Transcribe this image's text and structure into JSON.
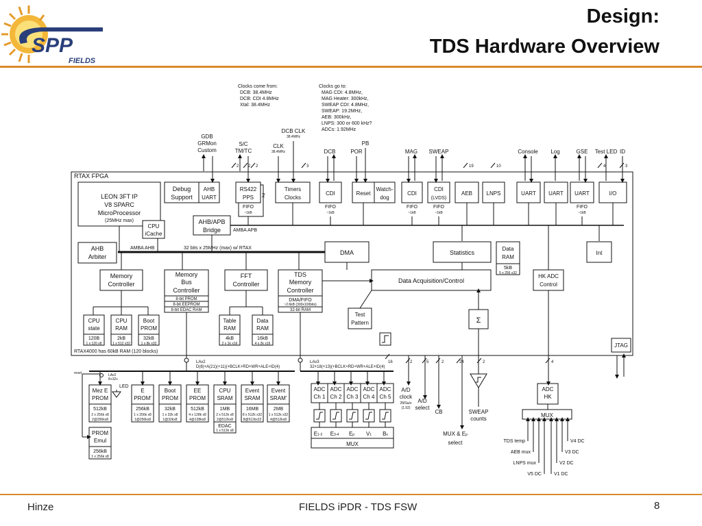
{
  "header": {
    "title_line1": "Design:",
    "title_line2": "TDS Hardware Overview",
    "logo_text_spp": "SPP",
    "logo_text_fields": "FIELDS"
  },
  "footer": {
    "author": "Hinze",
    "center": "FIELDS iPDR - TDS FSW",
    "page": "8"
  },
  "notes": {
    "clocks_from_title": "Clocks come from:",
    "clocks_from_1": "DCB: 38.4MHz",
    "clocks_from_2": "DCB: CDI 4.8MHz",
    "clocks_from_3": "Xtal: 38.4MHz",
    "clocks_to_title": "Clocks go to:",
    "clocks_to_1": "MAG CDI: 4.8MHz,",
    "clocks_to_2": "MAG Heater: 300kHz,",
    "clocks_to_3": "SWEAP CDI: 4.8MHz,",
    "clocks_to_4": "SWEAP: 19.2MHz,",
    "clocks_to_5": "AEB: 300kHz,",
    "clocks_to_6": "LNPS: 300 or 600 kHz?",
    "clocks_to_7": "ADCs: 1.92MHz"
  },
  "signals": {
    "gdb1": "GDB",
    "gdb2": "GRMon",
    "gdb3": "Custom",
    "sc1": "S/C",
    "sc2": "TM/TC",
    "dcbclk": "DCB CLK",
    "dcbclk_f": "38.4MHz",
    "clk": "CLK",
    "clk_f": "38.4MHz",
    "dcb": "DCB",
    "por": "POR",
    "pb": "PB",
    "mag": "MAG",
    "sweap": "SWEAP",
    "console": "Console",
    "log": "Log",
    "gse": "GSE",
    "testled": "Test LED",
    "id": "ID",
    "n2a": "2",
    "n2b": "2",
    "n2c": "2",
    "n3": "3",
    "n19": "19",
    "n10": "10",
    "n4": "4",
    "n3b": "3"
  },
  "fpga": {
    "label": "RTAX FPGA",
    "leon1": "LEON 3FT IP",
    "leon2": "V8 SPARC",
    "leon3": "MicroProcessor",
    "leon4": "(25MHz max)",
    "cpu1": "CPU",
    "cpu2": "iCache",
    "debug1": "Debug",
    "debug2": "Support",
    "ahbuart1": "AHB",
    "ahbuart2": "UART",
    "ahbapb1": "AHB/APB",
    "ahbapb2": "Bridge",
    "rs422_1": "RS422",
    "rs422_2": "PPS",
    "rs422_n": "2",
    "fifo": "FIFO",
    "fifo_sz": "~1kB",
    "timers1": "Timers",
    "timers2": "Clocks",
    "cdi": "CDI",
    "reset": "Reset",
    "watch1": "Watch-",
    "watch2": "dog",
    "cdi_lvds": "(LVDS)",
    "aeb": "AEB",
    "lnps": "LNPS",
    "uart": "UART",
    "io": "I/O",
    "amba_apb": "AMBA APB",
    "amba_ahb": "AMBA AHB",
    "ahbarb1": "AHB",
    "ahbarb2": "Arbiter",
    "bus32": "32 bits x 25MHz (max) w/ RTAX",
    "dma": "DMA",
    "stats": "Statistics",
    "dataram1": "Data",
    "dataram2": "RAM",
    "dataram_sz": "5kB",
    "dataram_sub": "5 x 256 x32",
    "int": "Int",
    "memctl1": "Memory",
    "memctl2": "Controller",
    "mbus1": "Memory",
    "mbus2": "Bus",
    "mbus3": "Controller",
    "mbus_a": "8-bit PROM",
    "mbus_b": "8-bit EEPROM",
    "mbus_c": "8-bit EDAC RAM",
    "fft1": "FFT",
    "fft2": "Controller",
    "tdsm1": "TDS",
    "tdsm2": "Memory",
    "tdsm3": "Controller",
    "tdsm_a": "DMA/FIFO",
    "tdsm_b": "~2.6kB (300x100bits)",
    "tdsm_c": "32-bit RAM",
    "daq": "Data Acquisition/Control",
    "hkadc1": "HK ADC",
    "hkadc2": "Control",
    "testpat1": "Test",
    "testpat2": "Pattern",
    "sigma": "Σ",
    "jtag": "JTAG",
    "cpustate1": "CPU",
    "cpustate2": "state",
    "cpustate_sz": "120B",
    "cpustate_sub": "1 x 120 x8",
    "cpuram1": "CPU",
    "cpuram2": "RAM",
    "cpuram_sz": "2kB",
    "cpuram_sub": "1 x 512 x32",
    "bootprom1": "Boot",
    "bootprom2": "PROM",
    "bootprom_sz": "32kB",
    "bootprom_sub": "1 x 8k x32",
    "tableram1": "Table",
    "tableram2": "RAM",
    "tableram_sz": "4kB",
    "tableram_sub": "2 x 1k x16",
    "dram1": "Data",
    "dram2": "RAM",
    "dram_sz": "16kB",
    "dram_sub": "4 x 2k x16",
    "rtax_ram": "RTAX4000 has 60kB RAM (120 blocks)"
  },
  "buses": {
    "lav2": "LAv2",
    "bus2": "D(8)+A(21)(+11)(+BCLK+RD+WR+ALE+ID(4)",
    "lav3": "LAv3",
    "bus3": "32+18(+13)(+BCLK+RD+WR+ALE+ID(4)",
    "n16": "16",
    "n2": "2",
    "n5": "5",
    "n2b": "2",
    "n24": "24",
    "n2c": "2",
    "n4": "4",
    "reset": "reset",
    "lav2b": "LAv2",
    "lav2b_sub": "8+32+"
  },
  "external": {
    "led": "LED",
    "mez1": "Mez E",
    "mez2": "PROM",
    "mez_sz": "512kB",
    "mez_a": "2 x 256k x8",
    "mez_b": "2@256kx8",
    "eprom1": "E",
    "eprom2": "PROM'",
    "eprom_sz": "256kB",
    "eprom_a": "1 x 256k x8",
    "eprom_b": "1@256kx8",
    "boot1": "Boot",
    "boot2": "PROM",
    "boot_sz": "32kB",
    "boot_a": "1 x 32k x8",
    "boot_b": "1@32kx8",
    "ee1": "EE",
    "ee2": "PROM",
    "ee_sz": "512kB",
    "ee_a": "4 x 128k x8",
    "ee_b": "4@128kx8",
    "sram1": "CPU",
    "sram2": "SRAM",
    "sram_sz": "1MB",
    "sram_a": "2 x 512k x8",
    "sram_b": "2@512kx8",
    "edac": "EDAC",
    "edac_sub": "1 x 512k x8",
    "ev1": "Event",
    "ev2": "SRAM",
    "ev_sz": "16MB",
    "ev_a": "8 x 512k x32",
    "ev_b": "8@512kx32",
    "ev21": "Event",
    "ev22": "SRAM'",
    "ev2_sz": "2MB",
    "ev2_a": "1 x 512k x32",
    "ev2_b": "4@512kx8",
    "prom1": "PROM",
    "prom2": "Emul",
    "prom_sz": "256kB",
    "prom_a": "1 x 256k x8",
    "adc1": "ADC",
    "adc1b": "Ch 1",
    "adc2": "ADC",
    "adc2b": "Ch 2",
    "adc3": "ADC",
    "adc3b": "Ch 3",
    "adc4": "ADC",
    "adc4b": "Ch 4",
    "adc5": "ADC",
    "adc5b": "Ch 5",
    "e12": "E",
    "e12s": "1-2",
    "e34": "E",
    "e34s": "3-4",
    "ep": "E",
    "eps": "p",
    "v1": "V",
    "v1s": "1",
    "bx": "B",
    "bxs": "x",
    "mux": "MUX",
    "adclk1": "A/D",
    "adclk2": "clock",
    "adclk3": "2MSa/s",
    "adclk4": "(1.92)",
    "adsel1": "A/D",
    "adsel2": "select",
    "cb": "CB",
    "muxep1": "MUX & E",
    "muxep1s": "p",
    "muxep2": "select",
    "sweapc1": "SWEAP",
    "sweapc2": "counts",
    "hkadc1": "ADC",
    "hkadc2": "HK",
    "hkmux": "MUX",
    "tdstemp": "TDS temp",
    "aebmux": "AEB mux",
    "lnpsmux": "LNPS mux",
    "v5dc": "V5 DC",
    "v4dc": "V4 DC",
    "v3dc": "V3 DC",
    "v2dc": "V2 DC",
    "v1dc": "V1 DC"
  }
}
